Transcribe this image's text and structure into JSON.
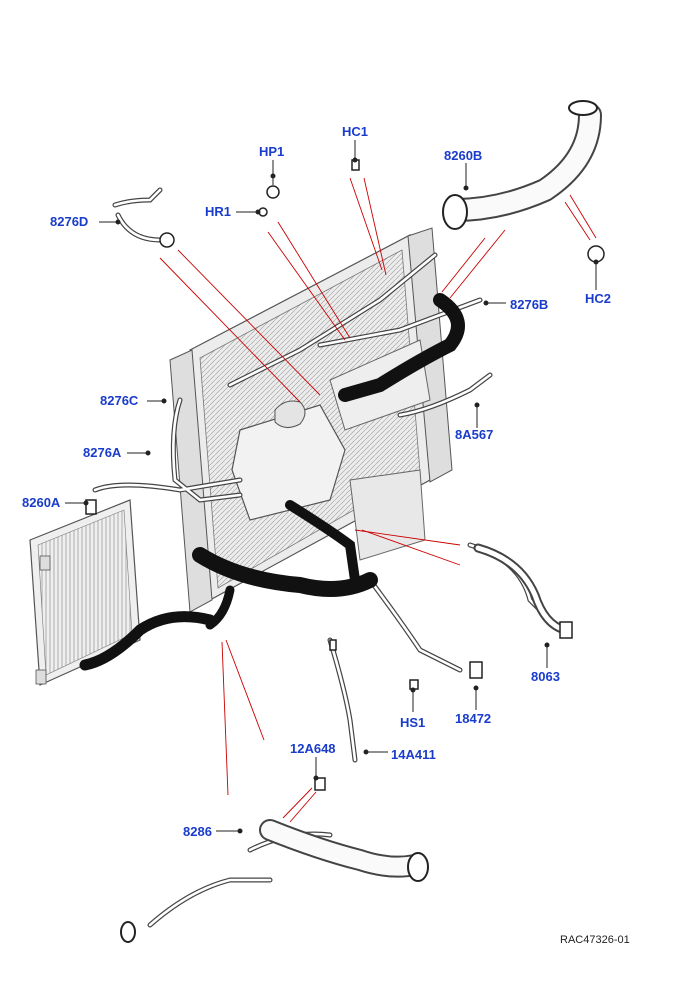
{
  "labels": {
    "hp1": "HP1",
    "hc1": "HC1",
    "hr1": "HR1",
    "p8260b": "8260B",
    "p8276d": "8276D",
    "hc2": "HC2",
    "p8276b": "8276B",
    "p8276c": "8276C",
    "p8a567": "8A567",
    "p8276a": "8276A",
    "p8260a": "8260A",
    "p8063": "8063",
    "hs1": "HS1",
    "p18472": "18472",
    "p12a648": "12A648",
    "p14a411": "14A411",
    "p8286": "8286"
  },
  "reference": "RAC47326-01",
  "colors": {
    "label": "#1a3ccc",
    "leader": "#cc0000",
    "hose": "#111111",
    "outline": "#444444",
    "panel": "#e6e6e6"
  }
}
